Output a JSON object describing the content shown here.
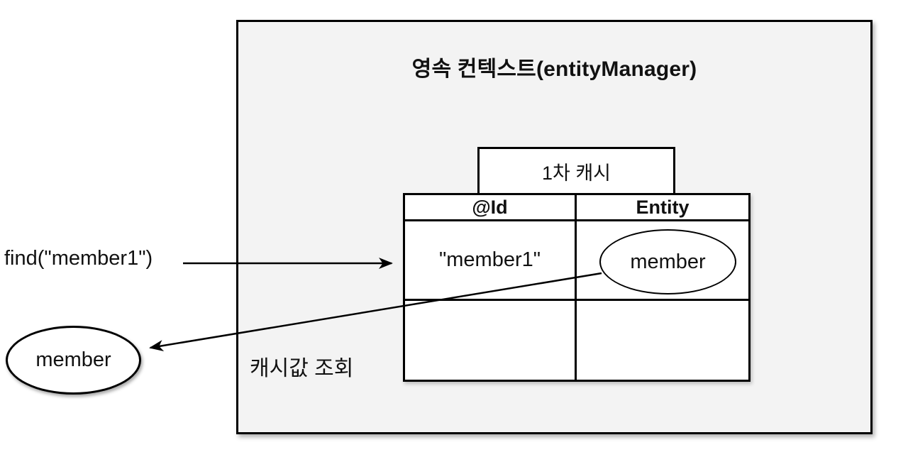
{
  "diagram": {
    "title": "영속 컨텍스트(entityManager)",
    "cache_box_label": "1차 캐시",
    "table": {
      "headers": [
        "@Id",
        "Entity"
      ],
      "rows": [
        {
          "id": "\"member1\"",
          "entity": "member"
        },
        {
          "id": "",
          "entity": ""
        }
      ]
    },
    "find_label": "find(\"member1\")",
    "result_entity_label": "member",
    "cache_lookup_label": "캐시값 조회",
    "colors": {
      "background": "#ffffff",
      "box_fill": "#f3f3f3",
      "line": "#000000",
      "table_fill": "#ffffff"
    }
  }
}
